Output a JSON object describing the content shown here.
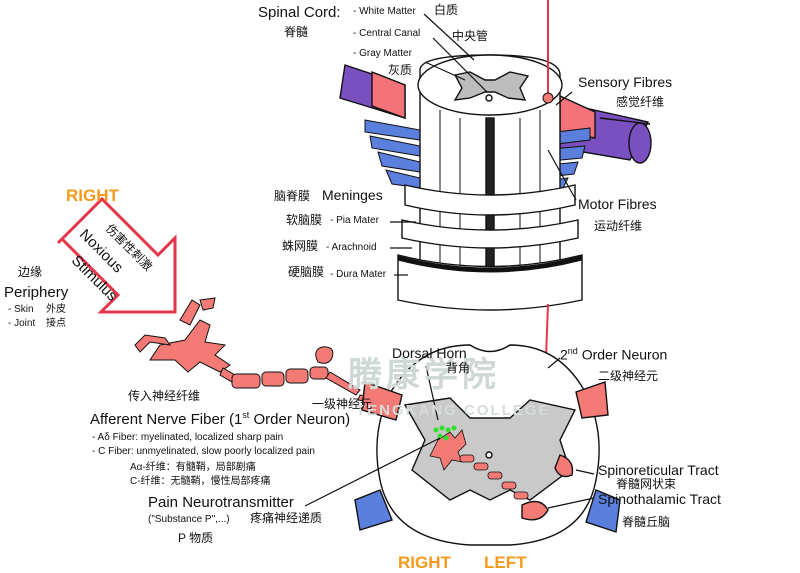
{
  "spinal_cord": {
    "title": "Spinal Cord:",
    "title_cn": "脊髓",
    "white_matter": "- White Matter",
    "white_matter_cn": "白质",
    "central_canal": "- Central Canal",
    "central_canal_cn": "中央管",
    "gray_matter": "- Gray Matter",
    "gray_matter_cn": "灰质"
  },
  "sensory_fibres": {
    "label": "Sensory Fibres",
    "cn": "感觉纤维"
  },
  "motor_fibres": {
    "label": "Motor Fibres",
    "cn": "运动纤维"
  },
  "meninges": {
    "title": "Meninges",
    "title_cn": "脑脊膜",
    "pia": "- Pia Mater",
    "pia_cn": "软脑膜",
    "arachnoid": "- Arachnoid",
    "arachnoid_cn": "蛛网膜",
    "dura": "- Dura Mater",
    "dura_cn": "硬脑膜"
  },
  "right_top": "RIGHT",
  "noxious": {
    "label": "Noxious Stimulus",
    "line1": "Noxious",
    "line2": "Stimulus",
    "cn": "伤害性刺激"
  },
  "periphery": {
    "cn": "边缘",
    "title": "Periphery",
    "skin": "- Skin",
    "skin_cn": "外皮",
    "joint": "- Joint",
    "joint_cn": "接点"
  },
  "afferent": {
    "cn": "传入神经纤维",
    "title_a": "Afferent Nerve Fiber (1",
    "title_sup": "st",
    "title_b": " Order Neuron)",
    "a_delta": "- Aδ Fiber: myelinated, localized sharp pain",
    "c_fiber": "- C Fiber: unmyelinated, slow poorly localized pain",
    "a_cn": "Aα-纤维：有髓鞘，局部剧痛",
    "c_cn": "C-纤维：无髓鞘，慢性局部疼痛"
  },
  "first_order_cn": "一级神经元",
  "dorsal_horn": {
    "label": "Dorsal Horn",
    "cn": "背角"
  },
  "second_order": {
    "pre": "2",
    "sup": "nd",
    "post": " Order Neuron",
    "cn": "二级神经元"
  },
  "pain_nt": {
    "title": "Pain Neurotransmitter",
    "sub": "(\"Substance P\",...)",
    "cn": "疼痛神经递质",
    "p_cn": "P 物质"
  },
  "spinoreticular": {
    "label": "Spinoreticular Tract",
    "cn": "脊髓网状束"
  },
  "spinothalamic": {
    "label": "Spinothalamic Tract",
    "cn": "脊髓丘脑"
  },
  "bottom_right": "RIGHT",
  "bottom_left": "LEFT",
  "watermark": {
    "cn": "腾康学院",
    "en": "TENGKANG COLLEGE"
  },
  "colors": {
    "nerve_red": "#f47a76",
    "red_line": "#e5354a",
    "sensory_purple": "#7a4fc0",
    "motor_blue": "#3d6fd6",
    "gray_matter": "#c9c9c9",
    "accent_orange": "#f59a1b",
    "substance_green": "#2ee02e"
  }
}
